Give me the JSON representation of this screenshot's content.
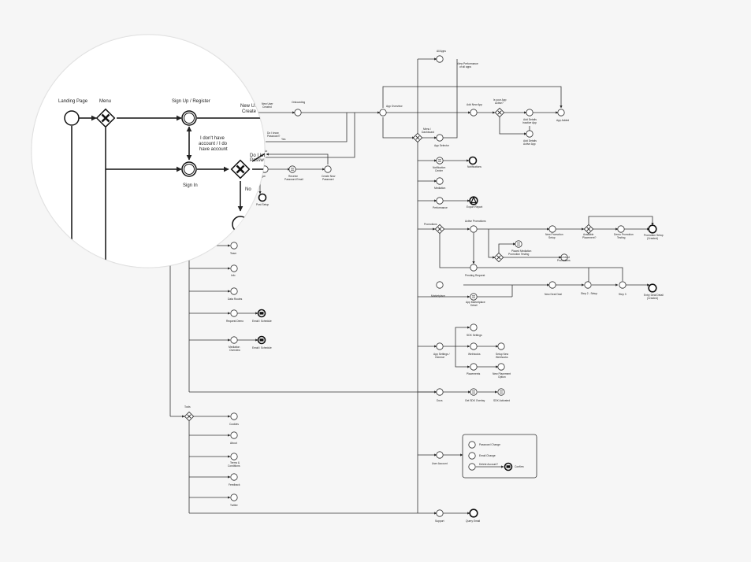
{
  "colors": {
    "background": "#f6f6f6",
    "line": "#222222",
    "lens": "#ffffff"
  },
  "zoom": {
    "landing": "Landing Page",
    "menu": "Menu",
    "signup": "Sign Up / Register",
    "new_user": [
      "New U.",
      "Create"
    ],
    "dont_have": [
      "I don't have",
      "account / I do",
      "have account"
    ],
    "signin": "Sign In",
    "do_know": [
      "Do I kn",
      "Passw"
    ],
    "no": "No"
  },
  "labels": {
    "new_user_created": [
      "New User",
      "Created"
    ],
    "onboarding": "Onboarding",
    "app_overview": "App Overview",
    "all_apps": "All Apps",
    "view_performance": [
      "View Performance",
      "of all apps"
    ],
    "add_new_app": "Add New App",
    "is_app_live": [
      "Is your App",
      "Active?"
    ],
    "add_details_inactive": [
      "Add Details",
      "Inactive App"
    ],
    "add_details_active": [
      "Add Details",
      "Active App"
    ],
    "app_added": "App Added",
    "menu_dashboard": [
      "Menu /",
      "Dashboard"
    ],
    "app_selector": "App Selector",
    "notification_center": [
      "Notification",
      "Center"
    ],
    "notifications": "Notifications",
    "mediation": "Mediation",
    "performance": "Performance",
    "export_report": "Export Report",
    "do_know_password": [
      "Do I know",
      "Password?"
    ],
    "yes": "Yes",
    "no": "No",
    "forgot": "Forgot",
    "receive_reset": [
      "Receive",
      "Password Email"
    ],
    "create_new_password": [
      "Create New",
      "Password"
    ],
    "post_setup": "Post Setup",
    "promotions": "Promotions",
    "active_promotions": "Active Promotions",
    "new_promotion_setup": [
      "New Promotion",
      "Setup"
    ],
    "available_placement": [
      "Available",
      "Placement?"
    ],
    "demo_promotion_testing": [
      "Demo Promotion",
      "Testing"
    ],
    "promotion_setup_created": [
      "Promotion Setup",
      "(Created)"
    ],
    "placed_mediation_promotion": [
      "Placed Mediation",
      "Promotion Testing"
    ],
    "archived_promotions": [
      "Archived",
      "Promotions"
    ],
    "pending_request": "Pending Request",
    "marketplace": "Marketplace",
    "app_marketplace_detail": [
      "App Marketplace",
      "Detail"
    ],
    "new_deal_deal": "New Deal Deal",
    "step2_setup": "Step 2 - Setup",
    "step3": "Step 3",
    "deal_created": [
      "Entry Deal Detail",
      "(Created)"
    ],
    "team": "Team",
    "info": "Info",
    "data_routes": "Data Routes",
    "request_demo": "Request Demo",
    "email_schedule_1": "Email / Schedule",
    "mediation_overview": [
      "Mediation",
      "Overview"
    ],
    "email_schedule_2": "Email / Schedule",
    "sdk_settings": "SDK Settings",
    "app_settings_general": [
      "App Settings /",
      "General"
    ],
    "webhooks": "Webhooks",
    "setup_new_webhooks": [
      "Setup New",
      "Webhooks"
    ],
    "placements": "Placements",
    "new_placement_option": [
      "New Placement",
      "Option"
    ],
    "docs": "Docs",
    "get_sdk_overlay": "Get SDK Overlay",
    "sdk_activated": "SDK Activated",
    "tools": "Tools",
    "cookies": "Cookies",
    "about": "About",
    "terms": [
      "Terms &",
      "Conditions"
    ],
    "feedback": "Feedback",
    "twitter": "Twitter",
    "user_account": "User Account",
    "password_change": "Password Change",
    "email_change": "Email Change",
    "delete_account": "Delete Account?",
    "confirm": "Confirm",
    "support": "Support",
    "query_email": "Query Email"
  }
}
